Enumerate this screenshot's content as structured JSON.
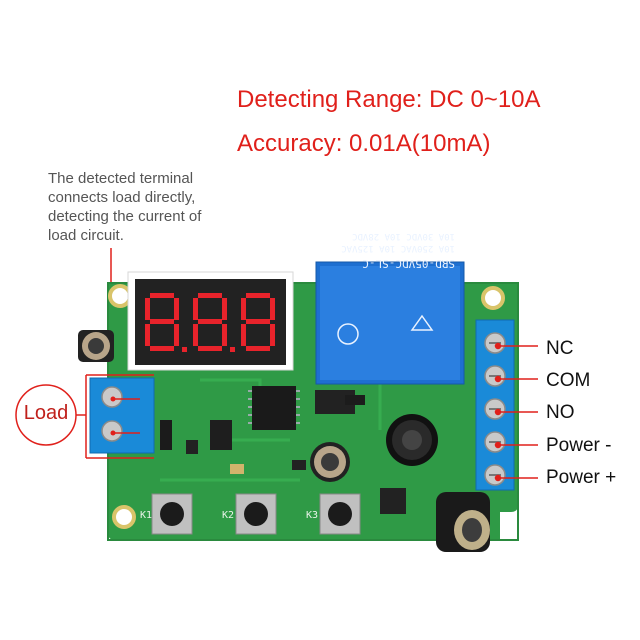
{
  "headline": {
    "range": "Detecting Range: DC 0~10A",
    "accuracy": "Accuracy: 0.01A(10mA)"
  },
  "note": {
    "lines": [
      "The detected terminal",
      "connects load directly,",
      "detecting the current of",
      "load circuit."
    ]
  },
  "load_label": "Load",
  "terminals": {
    "nc": "NC",
    "com": "COM",
    "no": "NO",
    "power_minus": "Power -",
    "power_plus": "Power +"
  },
  "relay": {
    "line1": "SRD-05VDC-SL-C",
    "line2": "10A 250VAC  10A 125VAC",
    "line3": "10A 30VDC  10A 28VDC"
  },
  "buttons": {
    "k1": "K1",
    "k2": "K2",
    "k3": "K3"
  },
  "colors": {
    "headline": "#e0201b",
    "pcb": "#2f9a46",
    "relay": "#1e6fd0",
    "terminal_block": "#1a8ad8",
    "display_segments": "#e8232b",
    "annotation": "#e0201b"
  }
}
